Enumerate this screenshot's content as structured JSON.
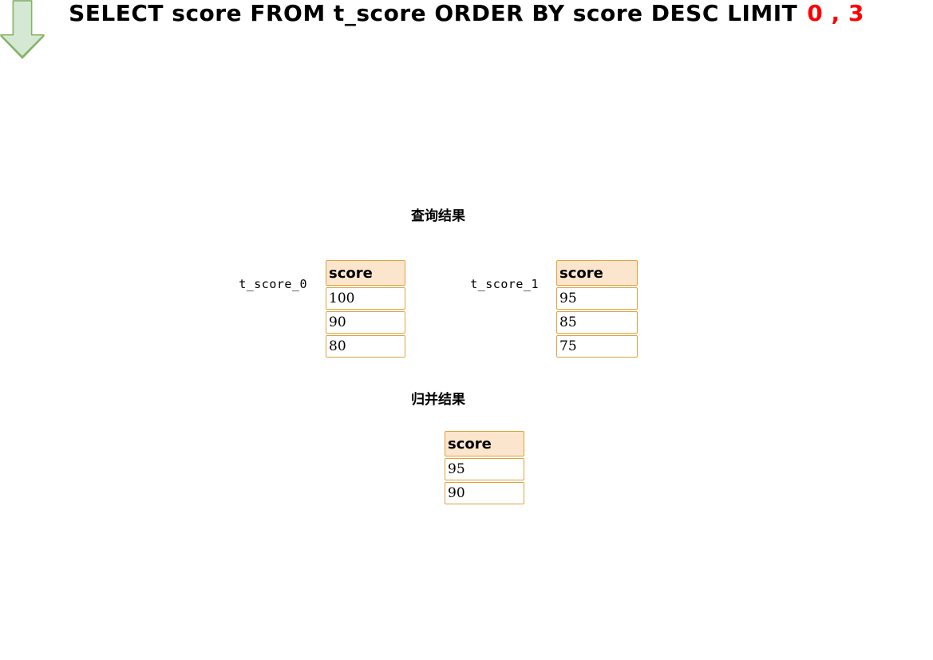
{
  "title": {
    "query": "SELECT score FROM t_score ORDER BY score DESC LIMIT",
    "limit_params": "0 , 3"
  },
  "flow": {
    "query_step_label": "查询结果",
    "merge_step_label": "归并结果"
  },
  "shard_tables": [
    {
      "name": "t_score_0",
      "column": "score",
      "rows": [
        "100",
        "90",
        "80"
      ]
    },
    {
      "name": "t_score_1",
      "column": "score",
      "rows": [
        "95",
        "85",
        "75"
      ]
    }
  ],
  "merged_table": {
    "column": "score",
    "rows": [
      "95",
      "90"
    ]
  },
  "colors": {
    "table_border": "#e0a23c",
    "header_fill": "#fce5cd",
    "arrow_fill": "#d5e8d4",
    "arrow_stroke": "#82b366",
    "limit_highlight": "#ff0000",
    "text": "#000000",
    "background": "#ffffff"
  }
}
